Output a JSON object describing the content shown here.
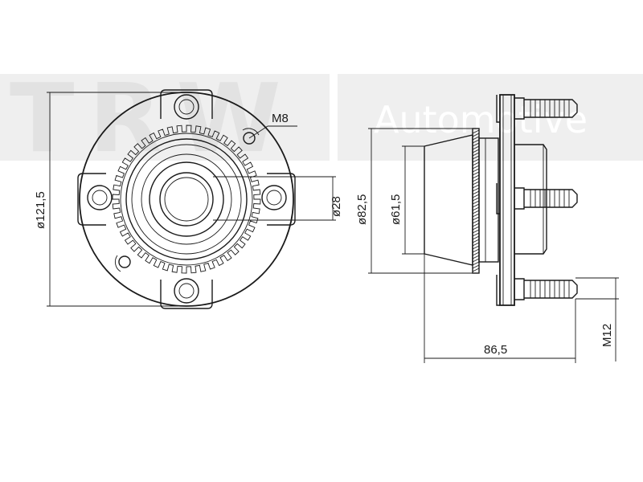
{
  "watermark": {
    "brand": "TRW",
    "division": "Automotive"
  },
  "dimensions": {
    "outer_diameter": "ø121,5",
    "bolt_thread": "M8",
    "bore_diameter": "ø28",
    "pilot_diameter": "ø82,5",
    "hub_diameter": "ø61,5",
    "overall_width": "86,5",
    "stud_thread": "M12"
  }
}
